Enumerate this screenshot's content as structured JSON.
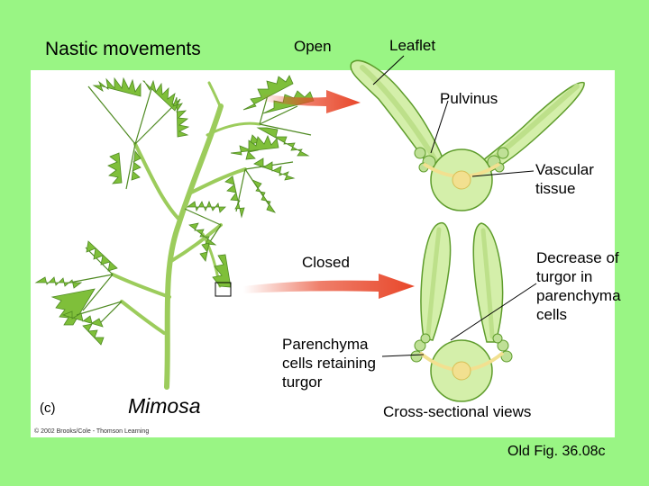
{
  "slide": {
    "title": "Nastic movements",
    "figure_ref": "Old Fig. 36.08c",
    "colors": {
      "background": "#99f584",
      "panel": "#ffffff",
      "leaf_green": "#7fbf3a",
      "stem_green": "#9ccc5c",
      "cell_fill": "#d4efaa",
      "tissue_yellow": "#f2e090",
      "arrow_red": "#e8472a"
    }
  },
  "figure": {
    "panel_letter": "(c)",
    "plant_name": "Mimosa",
    "credit": "© 2002 Brooks/Cole - Thomson Learning",
    "labels": {
      "open": "Open",
      "closed": "Closed",
      "leaflet": "Leaflet",
      "pulvinus": "Pulvinus",
      "vascular_1": "Vascular",
      "vascular_2": "tissue",
      "decrease_1": "Decrease of",
      "decrease_2": "turgor in",
      "decrease_3": "parenchyma",
      "decrease_4": "cells",
      "retaining_1": "Parenchyma",
      "retaining_2": "cells retaining",
      "retaining_3": "turgor",
      "cross_section": "Cross-sectional views"
    }
  }
}
